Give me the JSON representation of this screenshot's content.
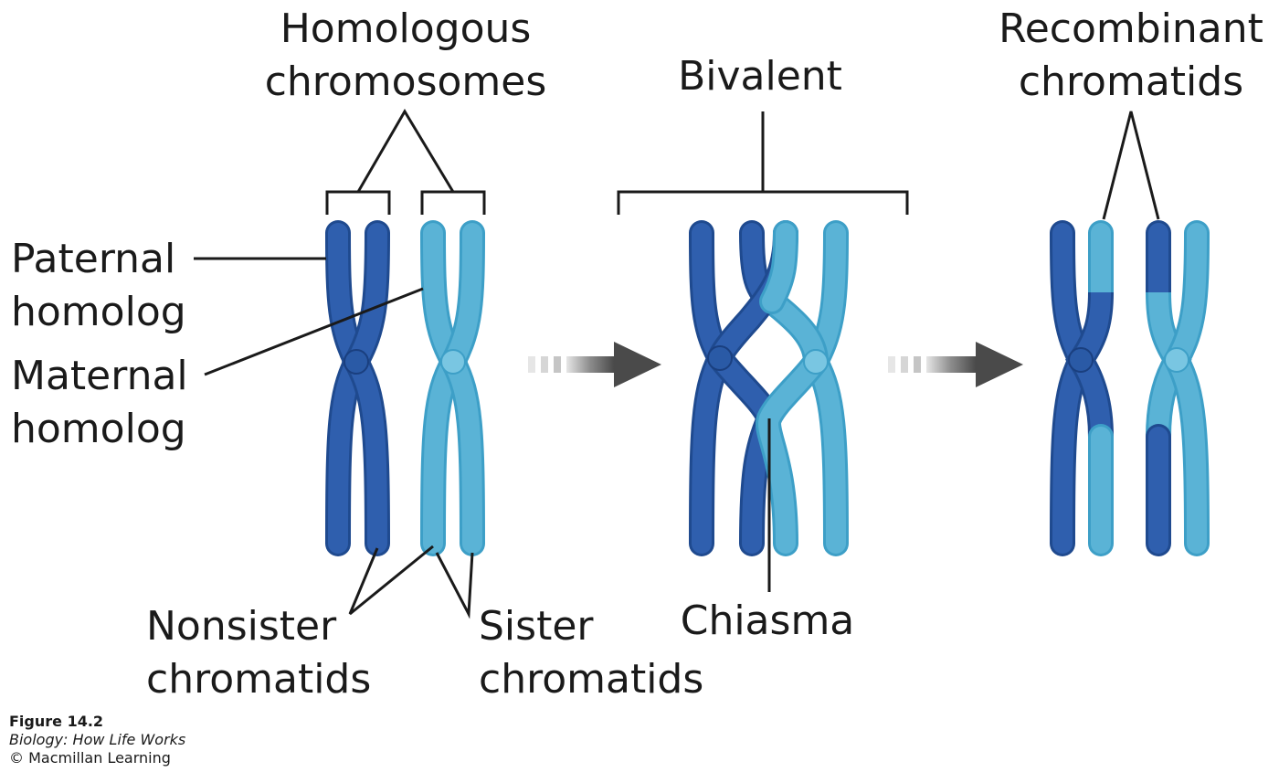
{
  "colors": {
    "paternal": "#2f5fae",
    "paternal_light": "#4f84cf",
    "maternal": "#5ab3d6",
    "maternal_light": "#9dd8ec",
    "arrow": "#5a5a5a",
    "line": "#1a1a1a"
  },
  "labels": {
    "homologous_line1": "Homologous",
    "homologous_line2": "chromosomes",
    "paternal_line1": "Paternal",
    "paternal_line2": "homolog",
    "maternal_line1": "Maternal",
    "maternal_line2": "homolog",
    "nonsister_line1": "Nonsister",
    "nonsister_line2": "chromatids",
    "sister_line1": "Sister",
    "sister_line2": "chromatids",
    "bivalent": "Bivalent",
    "chiasma": "Chiasma",
    "recombinant_line1": "Recombinant",
    "recombinant_line2": "chromatids"
  },
  "caption": {
    "figure": "Figure 14.2",
    "book": "Biology: How Life Works",
    "copyright": "© Macmillan Learning"
  },
  "icons": [
    "paternal-chromosome-icon",
    "maternal-chromosome-icon",
    "centromere-icon",
    "process-arrow-icon"
  ]
}
